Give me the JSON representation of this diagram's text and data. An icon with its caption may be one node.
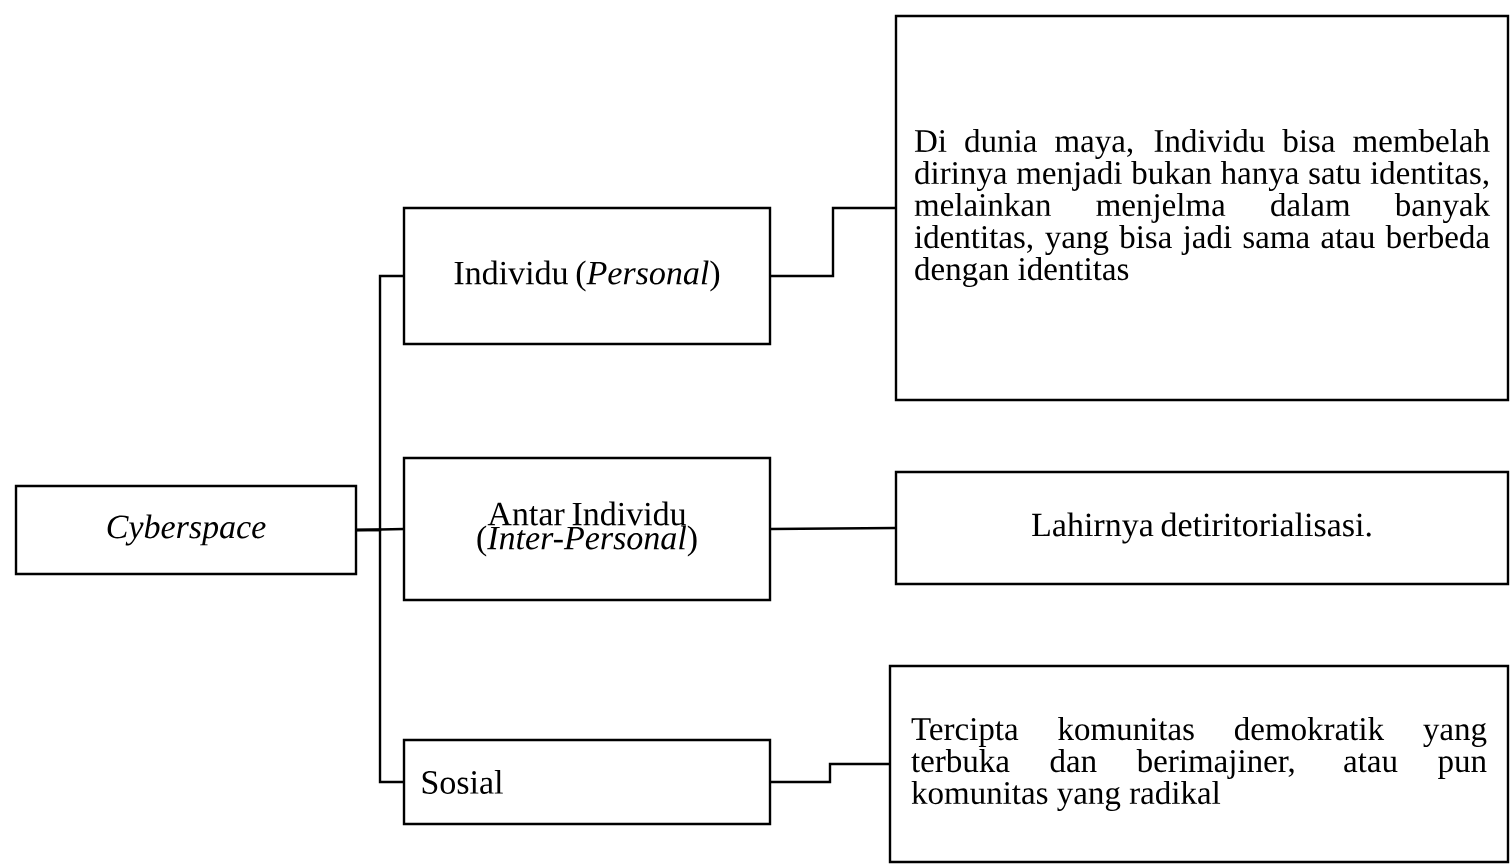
{
  "diagram": {
    "nodes": [
      {
        "text": [
          "Cyberspace"
        ]
      },
      {
        "text": [
          "Individu (*Personal*)"
        ]
      },
      {
        "text": [
          "Antar Individu (*Inter-Personal*)"
        ]
      },
      {
        "text": [
          "Sosial"
        ]
      },
      {
        "text": [
          "Di dunia maya, Individu bisa membelah dirinya menjadi bukan hanya satu identitas, melainkan menjelma dalam banyak identitas, yang bisa jadi sama atau berbeda dengan identitas"
        ]
      },
      {
        "text": [
          "Lahirnya detiritorialisasi."
        ]
      },
      {
        "text": [
          "Tercipta komunitas demokratik yang terbuka dan berimajiner, atau pun komunitas yang radikal"
        ]
      }
    ],
    "edges": [
      {
        "from": 0,
        "to": 1,
        "arrow": "none"
      },
      {
        "from": 0,
        "to": 2,
        "arrow": "none"
      },
      {
        "from": 0,
        "to": 3,
        "arrow": "none"
      },
      {
        "from": 1,
        "to": 4,
        "arrow": "none"
      },
      {
        "from": 2,
        "to": 5,
        "arrow": "none"
      },
      {
        "from": 3,
        "to": 6,
        "arrow": "none"
      }
    ]
  }
}
